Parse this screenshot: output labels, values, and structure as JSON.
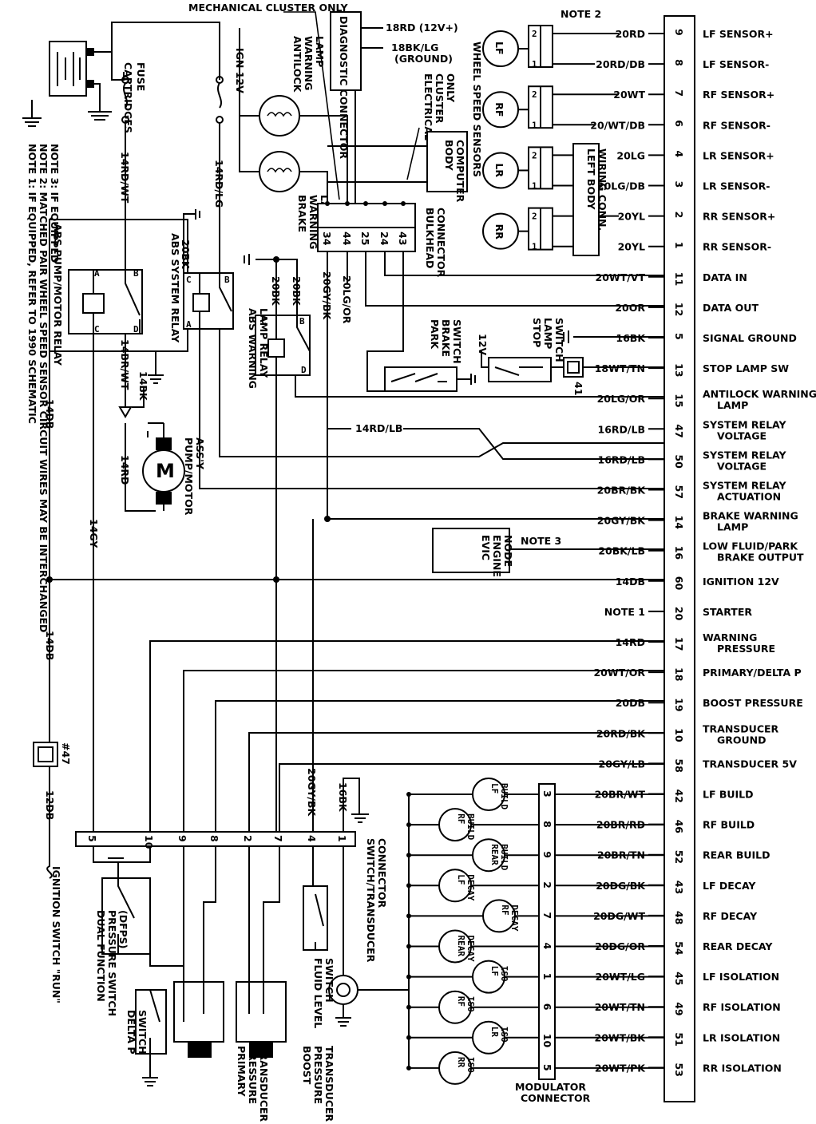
{
  "header": {
    "mechanical_cluster": "MECHANICAL CLUSTER ONLY",
    "diagnostic_connector": "DIAGNOSTIC CONNECTOR",
    "diag_w1": "18RD (12V+)",
    "diag_w2a": "18BK/LG",
    "diag_w2b": "(GROUND)",
    "note2": "NOTE 2",
    "electrical_cluster": [
      "ELECTRICAL",
      "CLUSTER",
      "ONLY"
    ],
    "body_computer": [
      "BODY",
      "COMPUTER"
    ],
    "wheel_speed_sensors": "WHEEL SPEED SENSORS",
    "left_body_wiring_conn": [
      "LEFT BODY",
      "WIRING CONN."
    ],
    "bulkhead_connector": [
      "BULKHEAD",
      "CONNECTOR"
    ],
    "antilock_lamp": [
      "ANTILOCK",
      "WARNING",
      "LAMP"
    ],
    "brake_lamp": [
      "BRAKE",
      "WARNING",
      "LAMP"
    ],
    "ign": "IGN 12V",
    "fuse_cartridges": [
      "FUSE",
      "CARTRIDGES"
    ]
  },
  "notes": [
    "NOTE 1: IF EQUIPPED, REFER TO 1990 SCHEMATIC",
    "NOTE 2: MATCHED PAIR WHEEL SPEED SENSOR CIRCUIT WIRES MAY BE INTERCHANGED",
    "NOTE 3: IF EQUIPPED"
  ],
  "sensors": [
    "LF",
    "RF",
    "LR",
    "RR"
  ],
  "bulkhead_pins": [
    "34",
    "44",
    "25",
    "24",
    "43"
  ],
  "relays": {
    "pump_motor": "ABS PUMP/MOTOR RELAY",
    "system": "ABS SYSTEM RELAY",
    "warning_lamp": [
      "ABS WARNING",
      "LAMP RELAY"
    ],
    "pump_motor_assy": [
      "PUMP/MOTOR",
      "ASS'Y"
    ],
    "motor_symbol": "M"
  },
  "switches": {
    "park_brake": [
      "PARK",
      "BRAKE",
      "SWITCH"
    ],
    "stop_lamp": [
      "STOP",
      "LAMP",
      "SWITCH"
    ],
    "stop_12v": "12V",
    "conn41": "41",
    "evic": [
      "EVIC",
      "ENGINE",
      "NODE"
    ],
    "note3": "NOTE 3",
    "dfps": [
      "DUAL FUNCTION",
      "PRESSURE SWITCH",
      "(DFPS)"
    ],
    "delta_p": [
      "DELTA P",
      "SWITCH"
    ],
    "primary_transducer": [
      "PRIMARY",
      "PRESSURE",
      "TRANSDUCER"
    ],
    "boost_transducer": [
      "BOOST",
      "PRESSURE",
      "TRANSDUCER"
    ],
    "fluid_level": [
      "FLUID LEVEL",
      "SWITCH"
    ],
    "switch_transducer_connector": [
      "SWITCH/TRANSDUCER",
      "CONNECTOR"
    ],
    "modulator_connector": [
      "MODULATOR",
      "CONNECTOR"
    ],
    "ignition_run": "IGNITION SWITCH \"RUN\"",
    "conn47": "#47"
  },
  "relay_pins": {
    "A": "A",
    "B": "B",
    "C": "C",
    "D": "D"
  },
  "wires": {
    "w14rdwt": "14RD/WT",
    "w14rdlg": "14RD/LG",
    "w20bk": "20BK",
    "w20bk_b": "20BK",
    "w20bk_c": "20BK",
    "w20gybk": "20GY/BK",
    "w20lgor": "20LG/OR",
    "w14br": "14BR/WT",
    "w14bk": "14BK",
    "w14rd": "14RD",
    "w14db": "14DB",
    "w14db_b": "14DB",
    "w14gy": "14GY",
    "w12db": "12DB",
    "w14rdlb": "14RD/LB",
    "w20gybk_b": "20GY/BK",
    "w16bk": "16BK"
  },
  "switch_conn_pins": [
    "5",
    "10",
    "9",
    "8",
    "2",
    "7",
    "4",
    "1"
  ],
  "module_pins": [
    {
      "pin": "9",
      "wire": "20RD",
      "func": [
        "LF SENSOR+"
      ]
    },
    {
      "pin": "8",
      "wire": "20RD/DB",
      "func": [
        "LF SENSOR-"
      ]
    },
    {
      "pin": "7",
      "wire": "20WT",
      "func": [
        "RF SENSOR+"
      ]
    },
    {
      "pin": "6",
      "wire": "20/WT/DB",
      "func": [
        "RF SENSOR-"
      ]
    },
    {
      "pin": "4",
      "wire": "20LG",
      "func": [
        "LR SENSOR+"
      ]
    },
    {
      "pin": "3",
      "wire": "20LG/DB",
      "func": [
        "LR SENSOR-"
      ]
    },
    {
      "pin": "2",
      "wire": "20YL",
      "func": [
        "RR SENSOR+"
      ]
    },
    {
      "pin": "1",
      "wire": "20YL",
      "func": [
        "RR SENSOR-"
      ]
    },
    {
      "pin": "11",
      "wire": "20WT/VT",
      "func": [
        "DATA IN"
      ]
    },
    {
      "pin": "12",
      "wire": "20OR",
      "func": [
        "DATA OUT"
      ]
    },
    {
      "pin": "5",
      "wire": "16BK",
      "func": [
        "SIGNAL GROUND"
      ]
    },
    {
      "pin": "13",
      "wire": "18WT/TN",
      "func": [
        "STOP LAMP SW"
      ]
    },
    {
      "pin": "15",
      "wire": "20LG/OR",
      "func": [
        "ANTILOCK WARNING",
        "LAMP"
      ]
    },
    {
      "pin": "47",
      "wire": "16RD/LB",
      "func": [
        "SYSTEM RELAY",
        "VOLTAGE"
      ]
    },
    {
      "pin": "50",
      "wire": "16RD/LB",
      "func": [
        "SYSTEM RELAY",
        "VOLTAGE"
      ]
    },
    {
      "pin": "57",
      "wire": "20BR/BK",
      "func": [
        "SYSTEM RELAY",
        "ACTUATION"
      ]
    },
    {
      "pin": "14",
      "wire": "20GY/BK",
      "func": [
        "BRAKE WARNING",
        "LAMP"
      ]
    },
    {
      "pin": "16",
      "wire": "20BK/LB",
      "func": [
        "LOW FLUID/PARK",
        "BRAKE OUTPUT"
      ]
    },
    {
      "pin": "60",
      "wire": "14DB",
      "func": [
        "IGNITION 12V"
      ]
    },
    {
      "pin": "20",
      "wire": "NOTE 1",
      "func": [
        "STARTER"
      ]
    },
    {
      "pin": "17",
      "wire": "14RD",
      "func": [
        "WARNING",
        "PRESSURE"
      ]
    },
    {
      "pin": "18",
      "wire": "20WT/OR",
      "func": [
        "PRIMARY/DELTA P"
      ]
    },
    {
      "pin": "19",
      "wire": "20DB",
      "func": [
        "BOOST PRESSURE"
      ]
    },
    {
      "pin": "10",
      "wire": "20RD/BK",
      "func": [
        "TRANSDUCER",
        "GROUND"
      ]
    },
    {
      "pin": "58",
      "wire": "20GY/LB",
      "func": [
        "TRANSDUCER 5V"
      ]
    },
    {
      "pin": "42",
      "wire": "20BR/WT",
      "func": [
        "LF BUILD"
      ]
    },
    {
      "pin": "46",
      "wire": "20BR/RD",
      "func": [
        "RF BUILD"
      ]
    },
    {
      "pin": "52",
      "wire": "20BR/TN",
      "func": [
        "REAR BUILD"
      ]
    },
    {
      "pin": "43",
      "wire": "20DG/BK",
      "func": [
        "LF DECAY"
      ]
    },
    {
      "pin": "48",
      "wire": "20DG/WT",
      "func": [
        "RF DECAY"
      ]
    },
    {
      "pin": "54",
      "wire": "20DG/OR",
      "func": [
        "REAR DECAY"
      ]
    },
    {
      "pin": "45",
      "wire": "20WT/LG",
      "func": [
        "LF ISOLATION"
      ]
    },
    {
      "pin": "49",
      "wire": "20WT/TN",
      "func": [
        "RF ISOLATION"
      ]
    },
    {
      "pin": "51",
      "wire": "20WT/BK",
      "func": [
        "LR ISOLATION"
      ]
    },
    {
      "pin": "53",
      "wire": "20WT/PK",
      "func": [
        "RR ISOLATION"
      ]
    }
  ],
  "modulator": [
    {
      "pin": "3",
      "coil": [
        "LF",
        "BUILD"
      ]
    },
    {
      "pin": "8",
      "coil": [
        "RF",
        "BUILD"
      ]
    },
    {
      "pin": "9",
      "coil": [
        "REAR",
        "BUILD"
      ]
    },
    {
      "pin": "2",
      "coil": [
        "LF",
        "DECAY"
      ]
    },
    {
      "pin": "7",
      "coil": [
        "RF",
        "DECAY"
      ]
    },
    {
      "pin": "4",
      "coil": [
        "REAR",
        "DECAY"
      ]
    },
    {
      "pin": "1",
      "coil": [
        "LF",
        "ISO"
      ]
    },
    {
      "pin": "6",
      "coil": [
        "RF",
        "ISO"
      ]
    },
    {
      "pin": "10",
      "coil": [
        "LR",
        "ISO"
      ]
    },
    {
      "pin": "5",
      "coil": [
        "RR",
        "ISO"
      ]
    }
  ]
}
